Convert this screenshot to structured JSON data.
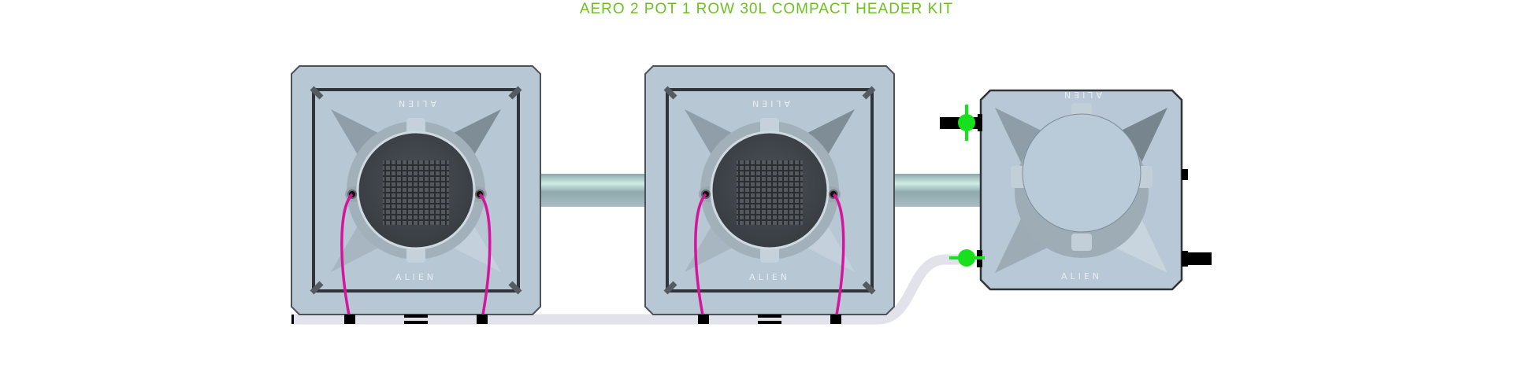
{
  "title": "AERO 2 POT 1 ROW 30L COMPACT HEADER KIT",
  "brand": "ALIEN",
  "colors": {
    "title": "#6cc024",
    "pot_body": "#b8c8d6",
    "pot_lid": "#3e4449",
    "drip_line": "#d4169f",
    "valve": "#17e01d",
    "pipe": "#9fb8b8",
    "return_tube": "#e2e2ea"
  },
  "components": {
    "pots": [
      {
        "id": "pot-1"
      },
      {
        "id": "pot-2"
      }
    ],
    "reservoir": {
      "id": "reservoir"
    },
    "valves": [
      {
        "id": "valve-top"
      },
      {
        "id": "valve-bottom"
      }
    ]
  }
}
